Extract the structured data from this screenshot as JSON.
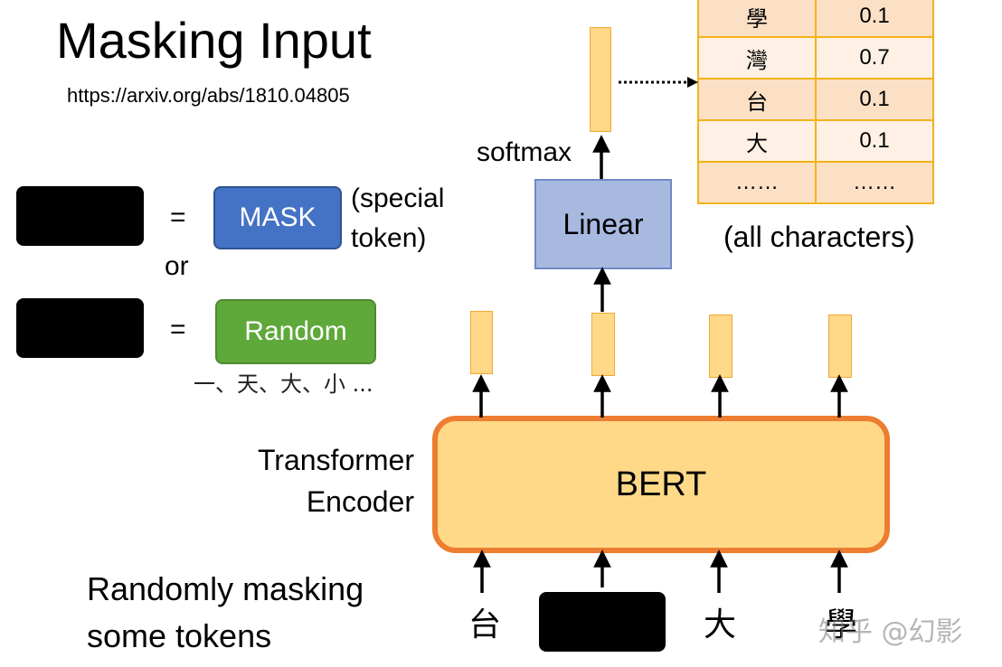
{
  "title": "Masking Input",
  "url": "https://arxiv.org/abs/1810.04805",
  "legend": {
    "equals": "=",
    "or": "or",
    "mask_label": "MASK",
    "special_line1": "(special",
    "special_line2": "token)",
    "random_label": "Random",
    "random_examples": "一、天、大、小 ..."
  },
  "encoder": {
    "label_line1": "Transformer",
    "label_line2": "Encoder",
    "bert_label": "BERT"
  },
  "caption": {
    "line1": "Randomly masking",
    "line2": "some tokens"
  },
  "inputs": [
    "台",
    "大",
    "學"
  ],
  "head": {
    "linear_label": "Linear",
    "softmax_label": "softmax"
  },
  "output_table": {
    "rows": [
      {
        "char": "學",
        "prob": "0.1"
      },
      {
        "char": "灣",
        "prob": "0.7"
      },
      {
        "char": "台",
        "prob": "0.1"
      },
      {
        "char": "大",
        "prob": "0.1"
      },
      {
        "char": "……",
        "prob": "……"
      }
    ],
    "caption": "(all characters)"
  },
  "watermark": "知乎 @幻影",
  "colors": {
    "mask": "#4472c4",
    "random": "#5fa83a",
    "bert_fill": "#ffd988",
    "bert_border": "#ed7d31",
    "linear_fill": "#a8b9e0",
    "table_border": "#f2b318"
  }
}
